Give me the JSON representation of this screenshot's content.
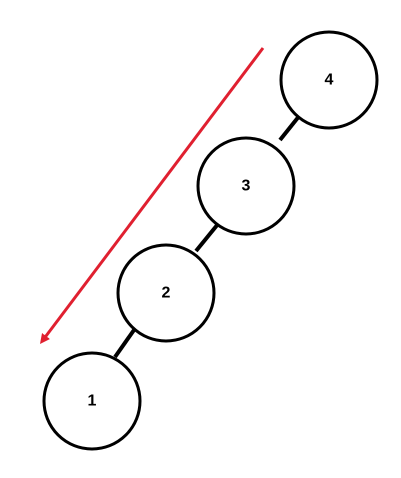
{
  "diagram": {
    "nodes": [
      {
        "id": "n4",
        "label": "4"
      },
      {
        "id": "n3",
        "label": "3"
      },
      {
        "id": "n2",
        "label": "2"
      },
      {
        "id": "n1",
        "label": "1"
      }
    ],
    "edges": [
      {
        "from": "n4",
        "to": "n3"
      },
      {
        "from": "n3",
        "to": "n2"
      },
      {
        "from": "n2",
        "to": "n1"
      }
    ],
    "arrow": {
      "color": "#e02030"
    }
  },
  "colors": {
    "node_fill": "#ffffff",
    "node_stroke": "#000000",
    "edge": "#000000",
    "arrow": "#e02030"
  }
}
